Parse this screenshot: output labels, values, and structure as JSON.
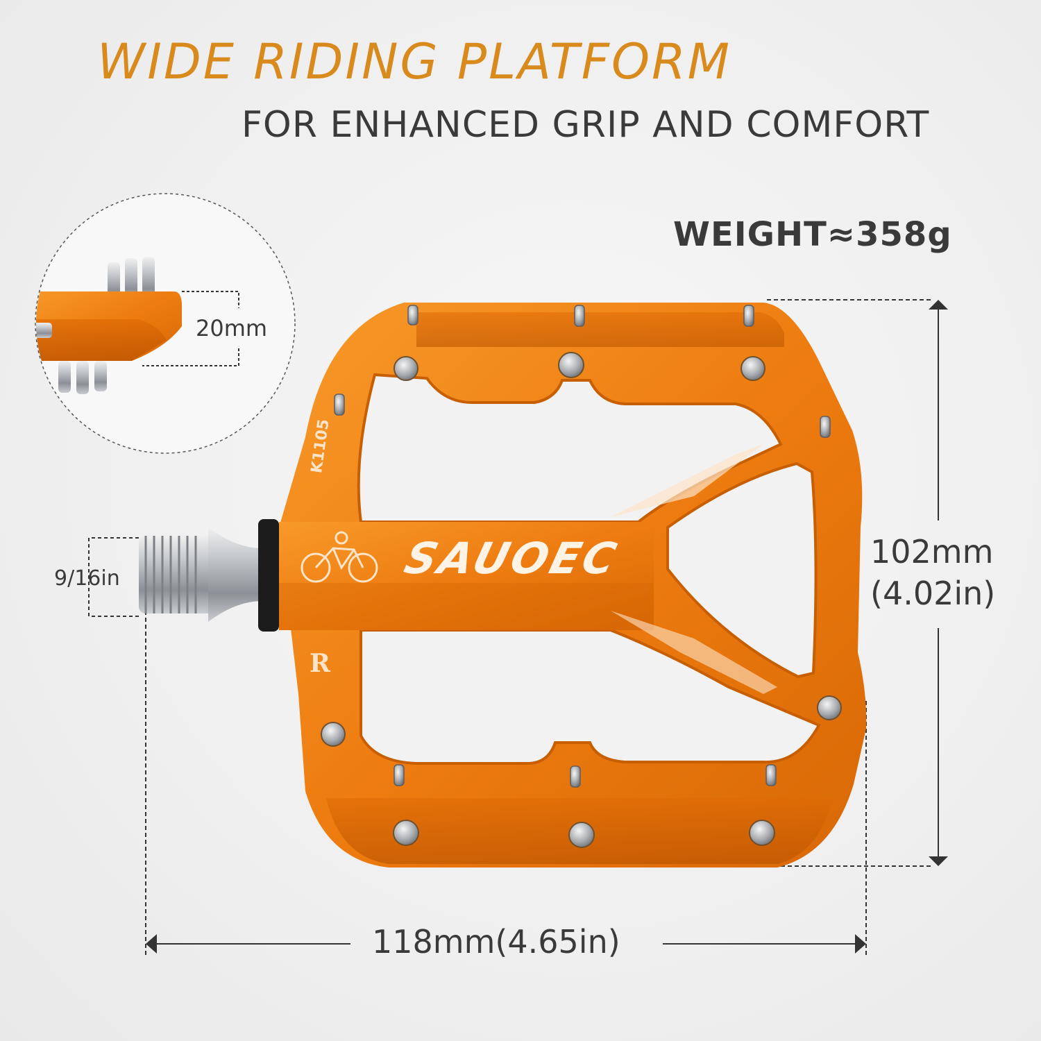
{
  "header": {
    "title": "WIDE RIDING PLATFORM",
    "subtitle": "FOR ENHANCED GRIP AND COMFORT"
  },
  "specs": {
    "weight": "WEIGHT≈358g",
    "thickness": "20mm",
    "thread": "9/16in",
    "height_mm": "102mm",
    "height_in": "(4.02in)",
    "width": "118mm(4.65in)"
  },
  "product": {
    "brand_logo": "SAUOEC",
    "model": "K1105",
    "side_mark": "R",
    "body_color": "#f07d10"
  }
}
